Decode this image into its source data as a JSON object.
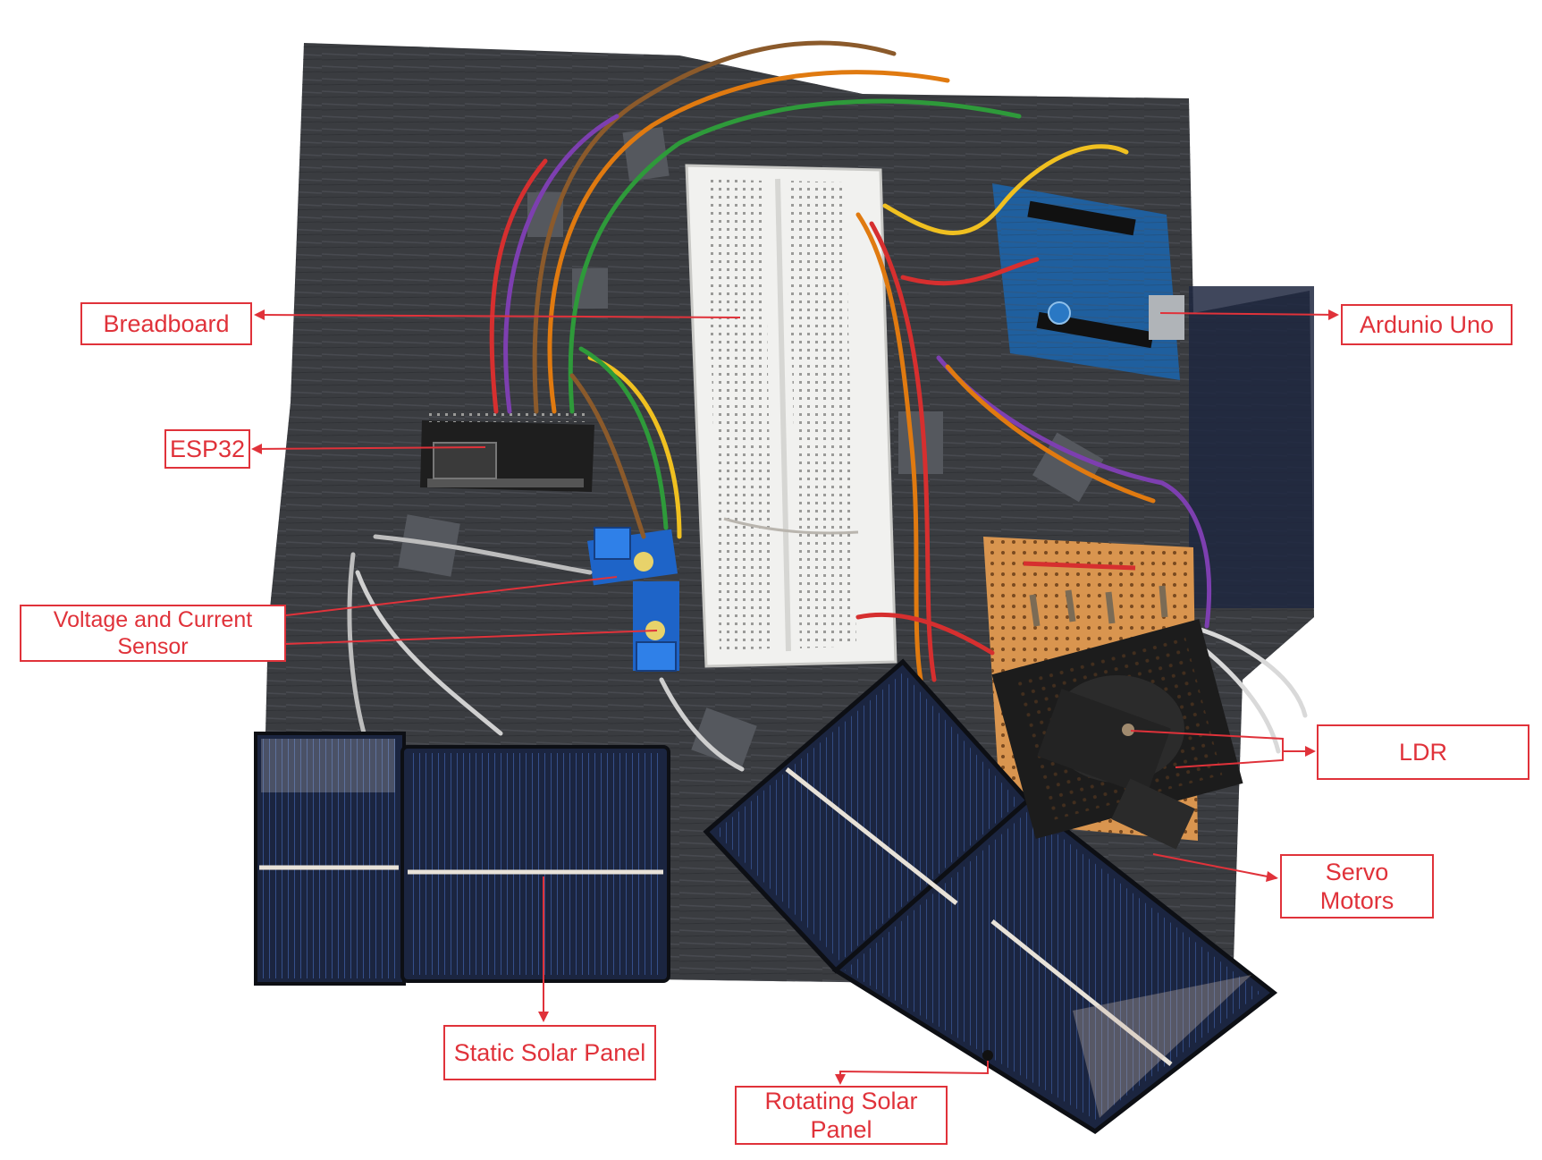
{
  "labels": {
    "breadboard": "Breadboard",
    "arduino": "Ardunio Uno",
    "esp32": "ESP32",
    "sensor": "Voltage and Current\nSensor",
    "ldr": "LDR",
    "servo": "Servo\nMotors",
    "static_panel": "Static Solar Panel",
    "rotating_panel": "Rotating Solar\nPanel"
  },
  "colors": {
    "annotation": "#e0323a",
    "board": "#3a3c40",
    "breadboard": "#eeeeec",
    "arduino": "#1f5f9e",
    "esp32": "#202020",
    "sensor": "#1e64c8",
    "perfboard": "#d9954f",
    "solar_cell": "#1b2540",
    "background": "#ffffff"
  }
}
